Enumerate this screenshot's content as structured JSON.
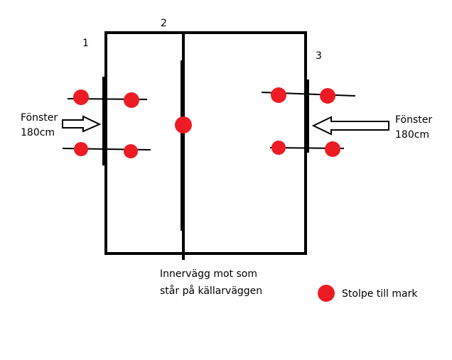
{
  "diagram": {
    "labels": {
      "wall_1": "1",
      "wall_2": "2",
      "wall_3": "3",
      "window_left_line1": "Fönster",
      "window_left_line2": "180cm",
      "window_right_line1": "Fönster",
      "window_right_line2": "180cm",
      "inner_wall_line1": "Innervägg mot som",
      "inner_wall_line2": "står på källarväggen"
    },
    "legend": {
      "marker_label": "Stolpe till mark"
    },
    "colors": {
      "outline": "#000000",
      "post_marker": "#ed1c24",
      "arrow_fill": "#ffffff",
      "background": "#ffffff"
    },
    "post_count": 9
  }
}
